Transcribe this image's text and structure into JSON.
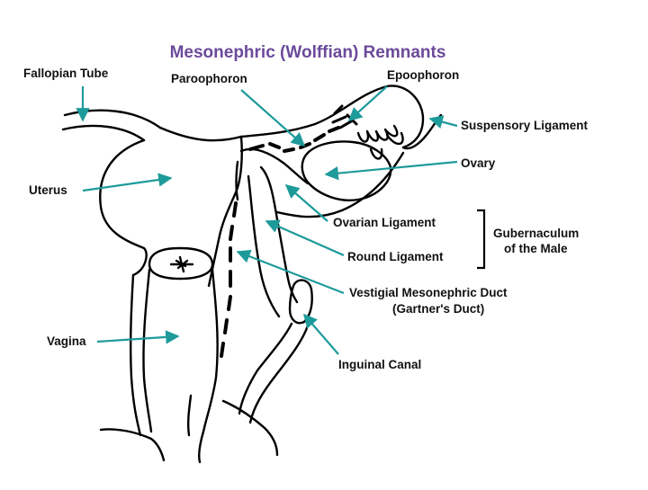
{
  "title": "Mesonephric (Wolffian) Remnants",
  "colors": {
    "title": "#6b4a9a",
    "arrow": "#1e9a9a",
    "outline": "#000000",
    "label": "#111111"
  },
  "labels": {
    "fallopian_tube": "Fallopian Tube",
    "paroophoron": "Paroophoron",
    "epoophoron": "Epoophoron",
    "suspensory_ligament": "Suspensory Ligament",
    "ovary": "Ovary",
    "uterus": "Uterus",
    "ovarian_ligament": "Ovarian Ligament",
    "round_ligament": "Round Ligament",
    "gubernaculum_line1": "Gubernaculum",
    "gubernaculum_line2": "of the Male",
    "vestigial_duct_line1": "Vestigial Mesonephric Duct",
    "vestigial_duct_line2": "(Gartner's Duct)",
    "vagina": "Vagina",
    "inguinal_canal": "Inguinal Canal"
  }
}
